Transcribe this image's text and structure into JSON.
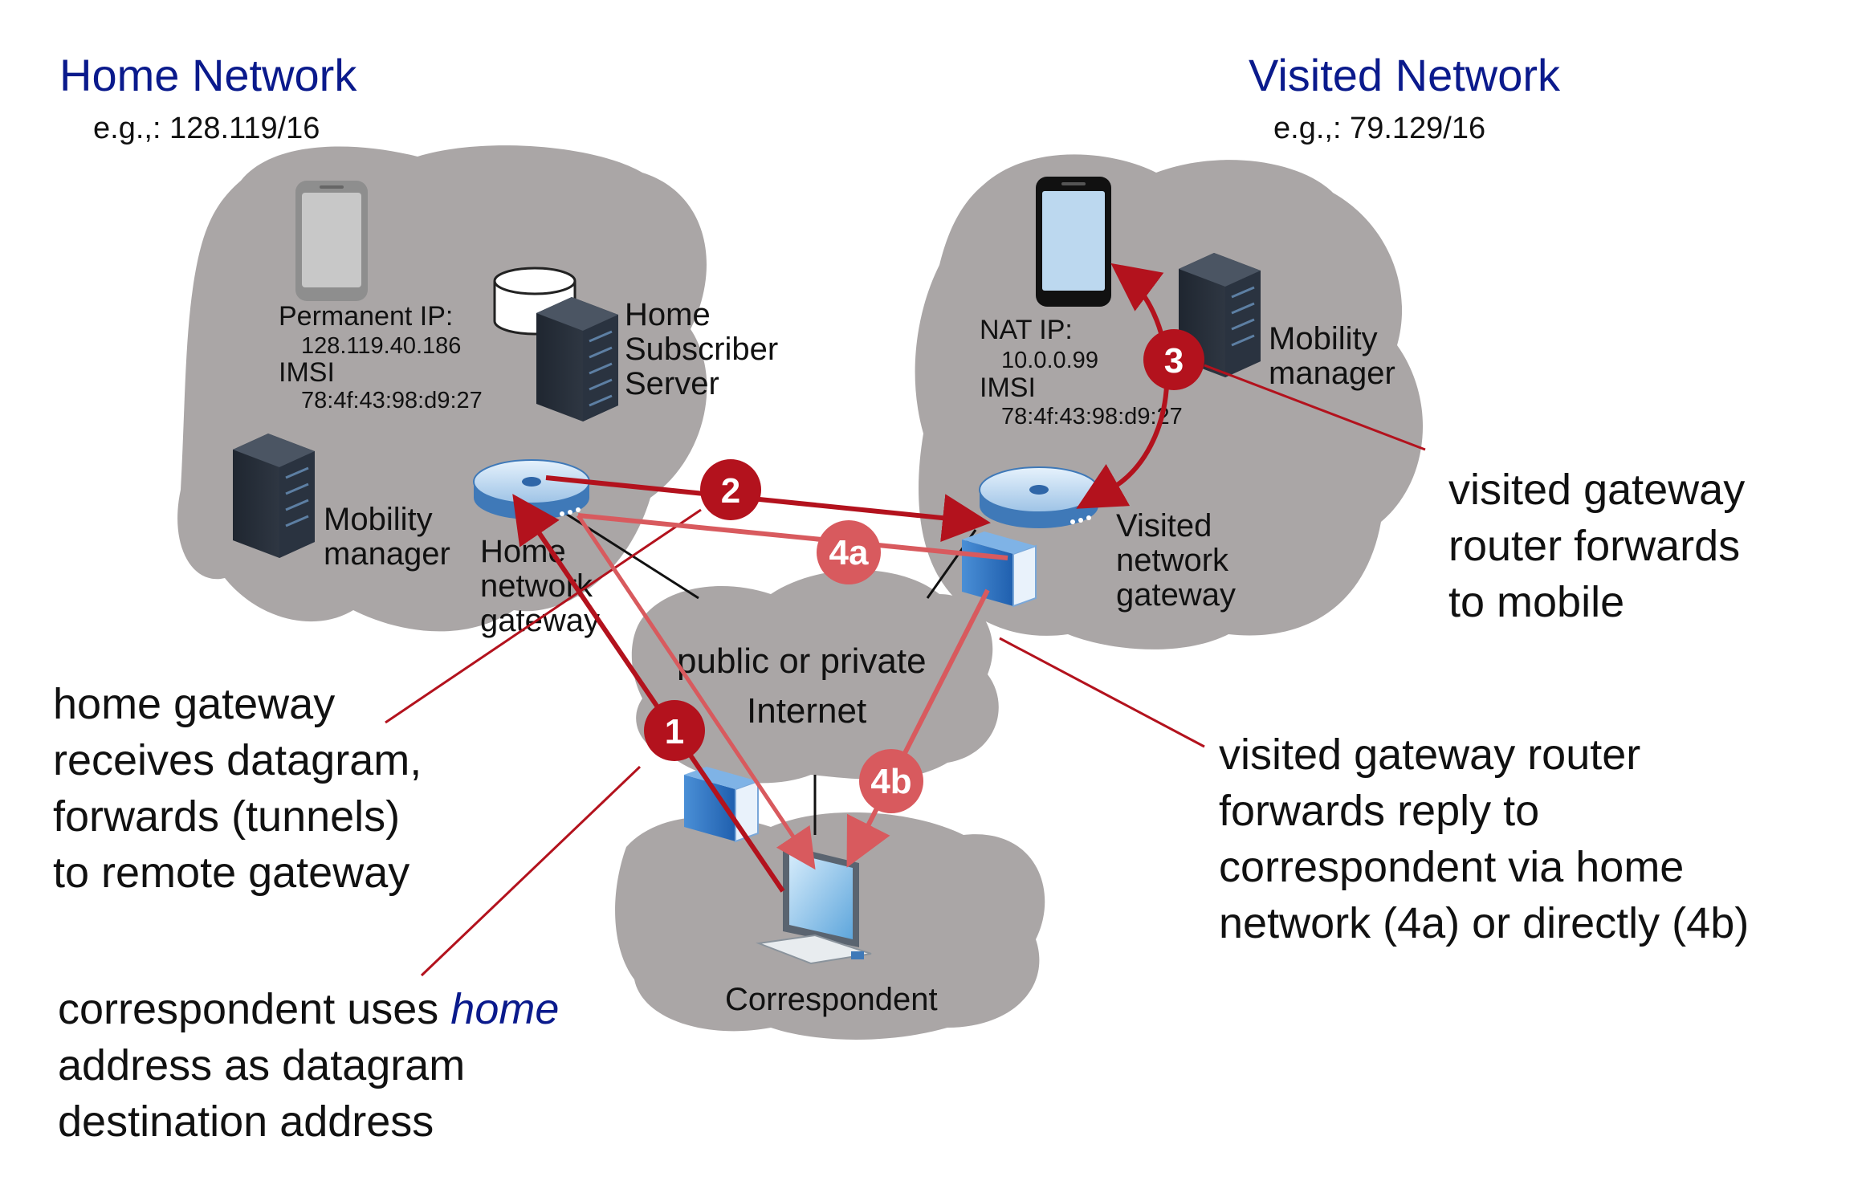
{
  "home_network": {
    "title": "Home Network",
    "subnet": "e.g.,: 128.119/16",
    "phone_permanent_ip_label": "Permanent IP:",
    "phone_permanent_ip": "128.119.40.186",
    "phone_imsi_label": "IMSI",
    "phone_imsi": "78:4f:43:98:d9:27",
    "hss_label": [
      "Home",
      "Subscriber",
      "Server"
    ],
    "mobility_manager_label": [
      "Mobility",
      "manager"
    ],
    "gateway_label": [
      "Home",
      "network",
      "gateway"
    ]
  },
  "visited_network": {
    "title": "Visited Network",
    "subnet": "e.g.,: 79.129/16",
    "phone_nat_ip_label": "NAT IP:",
    "phone_nat_ip": "10.0.0.99",
    "phone_imsi_label": "IMSI",
    "phone_imsi": "78:4f:43:98:d9:27",
    "mobility_manager_label": [
      "Mobility",
      "manager"
    ],
    "gateway_label": [
      "Visited",
      "network",
      "gateway"
    ]
  },
  "internet": {
    "label": [
      "public or private",
      "Internet"
    ]
  },
  "correspondent": {
    "label": "Correspondent"
  },
  "steps": {
    "s1": "1",
    "s2": "2",
    "s3": "3",
    "s4a": "4a",
    "s4b": "4b"
  },
  "annotations": {
    "home_gateway": [
      "home gateway",
      "receives datagram,",
      "forwards (tunnels)",
      "to remote gateway"
    ],
    "correspondent_line1_prefix": "correspondent uses ",
    "correspondent_line1_em": "home",
    "correspondent_rest": [
      "address as datagram",
      "destination address"
    ],
    "visited_gateway_mobile": [
      "visited gateway",
      "router forwards",
      "to mobile"
    ],
    "visited_gateway_reply": [
      "visited gateway router",
      "forwards reply to",
      "correspondent via home",
      "network (4a) or directly (4b)"
    ]
  },
  "colors": {
    "cloud": "#aaa6a6",
    "arrow_dark": "#b3121d",
    "arrow_light": "#d85a5e",
    "title_blue": "#0a1a8c"
  },
  "icons": {
    "phone": "smartphone-icon",
    "server": "server-rack-icon",
    "database": "database-icon",
    "router": "router-icon",
    "firewall": "firewall-icon",
    "computer": "desktop-computer-icon"
  }
}
